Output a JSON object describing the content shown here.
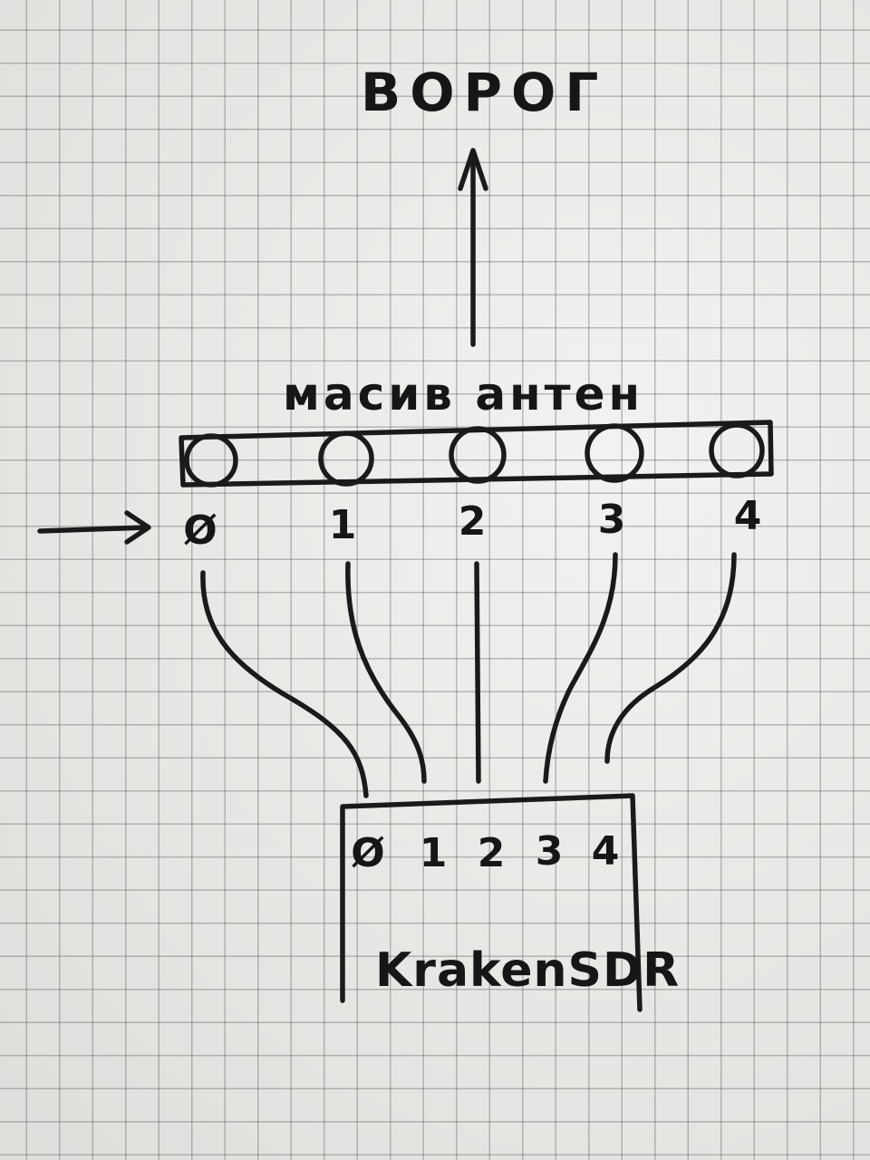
{
  "diagram": {
    "target_label": "ВОРОГ",
    "array_label": "масив антен",
    "antenna_ports": [
      "Ø",
      "1",
      "2",
      "3",
      "4"
    ],
    "device": {
      "ports": [
        "Ø",
        "1",
        "2",
        "3",
        "4"
      ],
      "name": "KrakenSDR"
    },
    "ink_color": "#1a1a1a",
    "paper_color": "#ecebe8"
  }
}
